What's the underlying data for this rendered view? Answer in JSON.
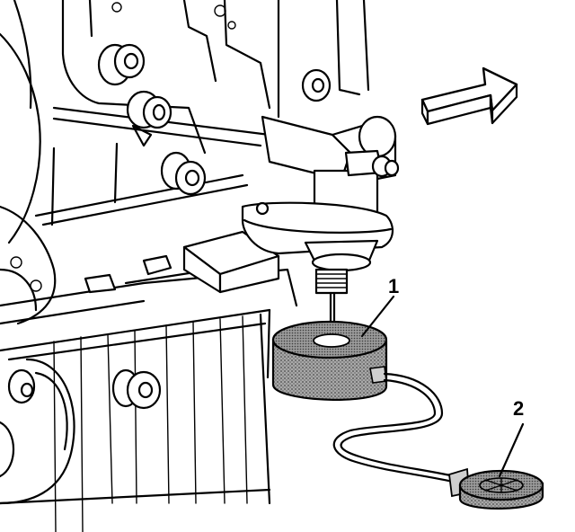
{
  "callouts": [
    {
      "id": "1",
      "label": "1"
    },
    {
      "id": "2",
      "label": "2"
    }
  ],
  "icons": {
    "arrow": "direction-arrow-icon"
  },
  "colors": {
    "line": "#000000",
    "background": "#ffffff",
    "weight_fill": "#8f8f8f",
    "stipple": "#5a5a5a"
  }
}
